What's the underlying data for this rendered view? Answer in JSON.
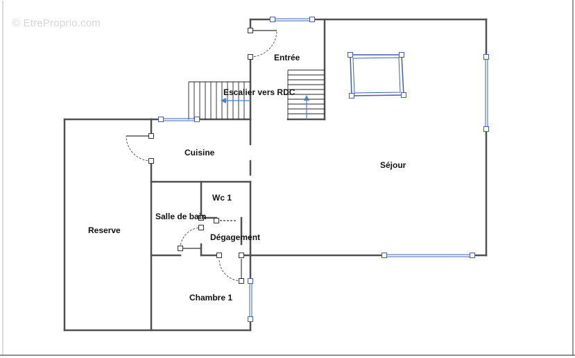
{
  "watermark": "© EtreProprio.com",
  "rooms": {
    "entree": "Entrée",
    "escalier": "Escalier vers RDC",
    "cuisine": "Cuisine",
    "sejour": "Séjour",
    "wc": "Wc 1",
    "salle_de_bain": "Salle de bain",
    "degagement": "Dégagement",
    "reserve": "Reserve",
    "chambre": "Chambre 1"
  },
  "colors": {
    "wall": "#505050",
    "window": "#3f5fae",
    "stair_arrow": "#4a7fd0",
    "door_swing": "#555555"
  }
}
